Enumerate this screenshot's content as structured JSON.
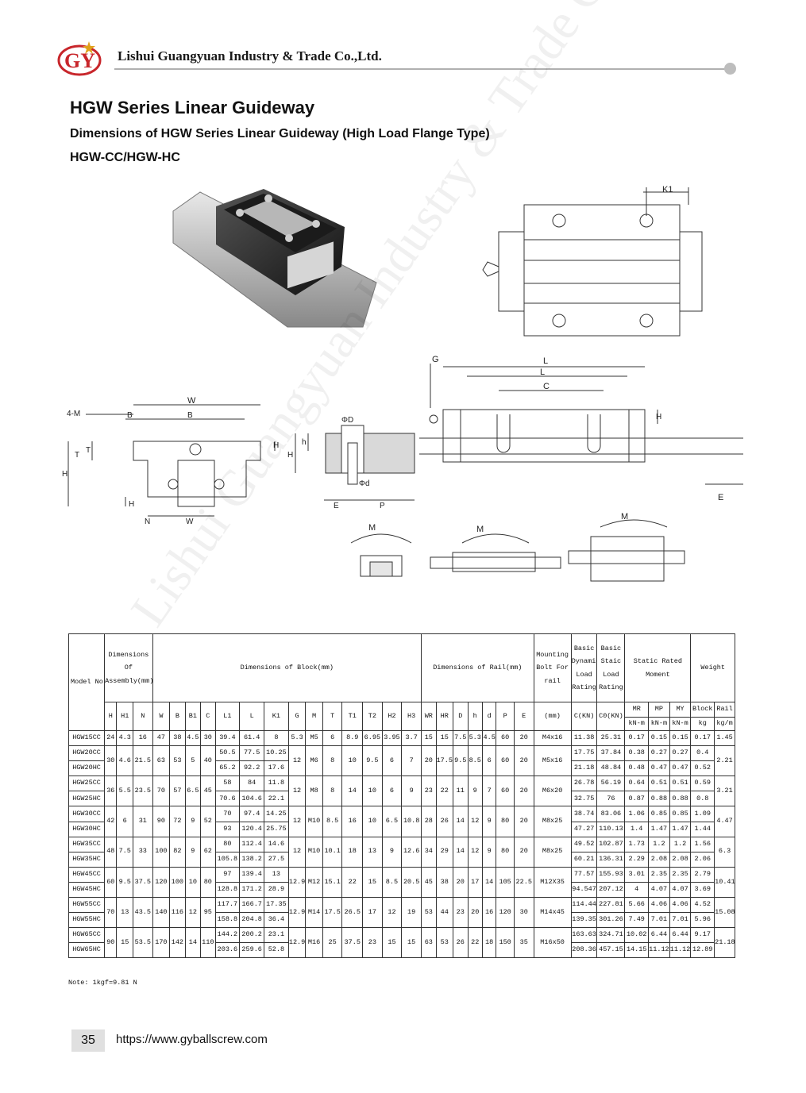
{
  "header": {
    "logo_letters": "GY",
    "company": "Lishui Guangyuan Industry & Trade Co.,Ltd."
  },
  "titles": {
    "series": "HGW Series Linear Guideway",
    "dimensions": "Dimensions of HGW Series Linear Guideway  (High Load Flange Type)",
    "model": "HGW-CC/HGW-HC"
  },
  "watermark": "Lishui Guangyuan Industry & Trade Co.,Ltd.",
  "drawing_labels": {
    "W": "W",
    "B1": "B",
    "B": "B",
    "M4": "4-M",
    "H": "H",
    "T1": "T",
    "T": "T",
    "H1": "H",
    "N": "N",
    "WR": "W",
    "H2": "H",
    "HR": "H",
    "D": "ΦD",
    "h": "h",
    "d": "Φd",
    "E": "E",
    "P": "P",
    "G": "G",
    "L": "L",
    "L1": "L",
    "C": "C",
    "H3": "H",
    "K1": "K1",
    "MR": "M",
    "MP": "M",
    "MY": "M"
  },
  "table": {
    "header": {
      "model": "Model No.",
      "assembly": "Dimensions Of Assembly(mm)",
      "block": "Dimensions of Block(mm)",
      "rail": "Dimensions of Rail(mm)",
      "bolt": "Mounting Bolt For rail",
      "dynamic": "Basic Dynamic Load Rating",
      "static_load": "Basic Staic Load Rating",
      "moment": "Static Rated Moment",
      "weight": "Weight"
    },
    "columns": [
      "H",
      "H1",
      "N",
      "W",
      "B",
      "B1",
      "C",
      "L1",
      "L",
      "K1",
      "G",
      "M",
      "T",
      "T1",
      "T2",
      "H2",
      "H3",
      "WR",
      "HR",
      "D",
      "h",
      "d",
      "P",
      "E",
      "(mm)",
      "C(KN)",
      "C0(KN)",
      "MR",
      "MP",
      "MY",
      "Block",
      "Rail"
    ],
    "units": {
      "MR": "kN-m",
      "MP": "kN-m",
      "MY": "kN-m",
      "block": "kg",
      "rail": "kg/m"
    },
    "groups": [
      {
        "models": [
          "HGW15CC"
        ],
        "H": "24",
        "H1": "4.3",
        "N": "16",
        "W": "47",
        "B": "38",
        "B1": "4.5",
        "C": "30",
        "L1": [
          "39.4"
        ],
        "L": [
          "61.4"
        ],
        "K1": [
          "8"
        ],
        "G": "5.3",
        "M": "M5",
        "T": "6",
        "T1": "8.9",
        "T2": "6.95",
        "H2": "3.95",
        "H3": "3.7",
        "WR": "15",
        "HR": "15",
        "D": "7.5",
        "h": "5.3",
        "d": "4.5",
        "P": "60",
        "E": "20",
        "bolt": "M4x16",
        "C_dyn": [
          "11.38"
        ],
        "C0": [
          "25.31"
        ],
        "MR": [
          "0.17"
        ],
        "MP": [
          "0.15"
        ],
        "MY": [
          "0.15"
        ],
        "block": [
          "0.17"
        ],
        "rail": "1.45"
      },
      {
        "models": [
          "HGW20CC",
          "HGW20HC"
        ],
        "H": "30",
        "H1": "4.6",
        "N": "21.5",
        "W": "63",
        "B": "53",
        "B1": "5",
        "C": "40",
        "L1": [
          "50.5",
          "65.2"
        ],
        "L": [
          "77.5",
          "92.2"
        ],
        "K1": [
          "10.25",
          "17.6"
        ],
        "G": "12",
        "M": "M6",
        "T": "8",
        "T1": "10",
        "T2": "9.5",
        "H2": "6",
        "H3": "7",
        "WR": "20",
        "HR": "17.5",
        "D": "9.5",
        "h": "8.5",
        "d": "6",
        "P": "60",
        "E": "20",
        "bolt": "M5x16",
        "C_dyn": [
          "17.75",
          "21.18"
        ],
        "C0": [
          "37.84",
          "48.84"
        ],
        "MR": [
          "0.38",
          "0.48"
        ],
        "MP": [
          "0.27",
          "0.47"
        ],
        "MY": [
          "0.27",
          "0.47"
        ],
        "block": [
          "0.4",
          "0.52"
        ],
        "rail": "2.21"
      },
      {
        "models": [
          "HGW25CC",
          "HGW25HC"
        ],
        "H": "36",
        "H1": "5.5",
        "N": "23.5",
        "W": "70",
        "B": "57",
        "B1": "6.5",
        "C": "45",
        "L1": [
          "58",
          "70.6"
        ],
        "L": [
          "84",
          "104.6"
        ],
        "K1": [
          "11.8",
          "22.1"
        ],
        "G": "12",
        "M": "M8",
        "T": "8",
        "T1": "14",
        "T2": "10",
        "H2": "6",
        "H3": "9",
        "WR": "23",
        "HR": "22",
        "D": "11",
        "h": "9",
        "d": "7",
        "P": "60",
        "E": "20",
        "bolt": "M6x20",
        "C_dyn": [
          "26.78",
          "32.75"
        ],
        "C0": [
          "56.19",
          "76"
        ],
        "MR": [
          "0.64",
          "0.87"
        ],
        "MP": [
          "0.51",
          "0.88"
        ],
        "MY": [
          "0.51",
          "0.88"
        ],
        "block": [
          "0.59",
          "0.8"
        ],
        "rail": "3.21"
      },
      {
        "models": [
          "HGW30CC",
          "HGW30HC"
        ],
        "H": "42",
        "H1": "6",
        "N": "31",
        "W": "90",
        "B": "72",
        "B1": "9",
        "C": "52",
        "L1": [
          "70",
          "93"
        ],
        "L": [
          "97.4",
          "120.4"
        ],
        "K1": [
          "14.25",
          "25.75"
        ],
        "G": "12",
        "M": "M10",
        "T": "8.5",
        "T1": "16",
        "T2": "10",
        "H2": "6.5",
        "H3": "10.8",
        "WR": "28",
        "HR": "26",
        "D": "14",
        "h": "12",
        "d": "9",
        "P": "80",
        "E": "20",
        "bolt": "M8x25",
        "C_dyn": [
          "38.74",
          "47.27"
        ],
        "C0": [
          "83.06",
          "110.13"
        ],
        "MR": [
          "1.06",
          "1.4"
        ],
        "MP": [
          "0.85",
          "1.47"
        ],
        "MY": [
          "0.85",
          "1.47"
        ],
        "block": [
          "1.09",
          "1.44"
        ],
        "rail": "4.47"
      },
      {
        "models": [
          "HGW35CC",
          "HGW35HC"
        ],
        "H": "48",
        "H1": "7.5",
        "N": "33",
        "W": "100",
        "B": "82",
        "B1": "9",
        "C": "62",
        "L1": [
          "80",
          "105.8"
        ],
        "L": [
          "112.4",
          "138.2"
        ],
        "K1": [
          "14.6",
          "27.5"
        ],
        "G": "12",
        "M": "M10",
        "T": "10.1",
        "T1": "18",
        "T2": "13",
        "H2": "9",
        "H3": "12.6",
        "WR": "34",
        "HR": "29",
        "D": "14",
        "h": "12",
        "d": "9",
        "P": "80",
        "E": "20",
        "bolt": "M8x25",
        "C_dyn": [
          "49.52",
          "60.21"
        ],
        "C0": [
          "102.87",
          "136.31"
        ],
        "MR": [
          "1.73",
          "2.29"
        ],
        "MP": [
          "1.2",
          "2.08"
        ],
        "MY": [
          "1.2",
          "2.08"
        ],
        "block": [
          "1.56",
          "2.06"
        ],
        "rail": "6.3"
      },
      {
        "models": [
          "HGW45CC",
          "HGW45HC"
        ],
        "H": "60",
        "H1": "9.5",
        "N": "37.5",
        "W": "120",
        "B": "100",
        "B1": "10",
        "C": "80",
        "L1": [
          "97",
          "128.8"
        ],
        "L": [
          "139.4",
          "171.2"
        ],
        "K1": [
          "13",
          "28.9"
        ],
        "G": "12.9",
        "M": "M12",
        "T": "15.1",
        "T1": "22",
        "T2": "15",
        "H2": "8.5",
        "H3": "20.5",
        "WR": "45",
        "HR": "38",
        "D": "20",
        "h": "17",
        "d": "14",
        "P": "105",
        "E": "22.5",
        "bolt": "M12X35",
        "C_dyn": [
          "77.57",
          "94.547"
        ],
        "C0": [
          "155.93",
          "207.12"
        ],
        "MR": [
          "3.01",
          "4"
        ],
        "MP": [
          "2.35",
          "4.07"
        ],
        "MY": [
          "2.35",
          "4.07"
        ],
        "block": [
          "2.79",
          "3.69"
        ],
        "rail": "10.41"
      },
      {
        "models": [
          "HGW55CC",
          "HGW55HC"
        ],
        "H": "70",
        "H1": "13",
        "N": "43.5",
        "W": "140",
        "B": "116",
        "B1": "12",
        "C": "95",
        "L1": [
          "117.7",
          "158.8"
        ],
        "L": [
          "166.7",
          "204.8"
        ],
        "K1": [
          "17.35",
          "36.4"
        ],
        "G": "12.9",
        "M": "M14",
        "T": "17.5",
        "T1": "26.5",
        "T2": "17",
        "H2": "12",
        "H3": "19",
        "WR": "53",
        "HR": "44",
        "D": "23",
        "h": "20",
        "d": "16",
        "P": "120",
        "E": "30",
        "bolt": "M14x45",
        "C_dyn": [
          "114.44",
          "139.35"
        ],
        "C0": [
          "227.81",
          "301.26"
        ],
        "MR": [
          "5.66",
          "7.49"
        ],
        "MP": [
          "4.06",
          "7.01"
        ],
        "MY": [
          "4.06",
          "7.01"
        ],
        "block": [
          "4.52",
          "5.96"
        ],
        "rail": "15.08"
      },
      {
        "models": [
          "HGW65CC",
          "HGW65HC"
        ],
        "H": "90",
        "H1": "15",
        "N": "53.5",
        "W": "170",
        "B": "142",
        "B1": "14",
        "C": "110",
        "L1": [
          "144.2",
          "203.6"
        ],
        "L": [
          "200.2",
          "259.6"
        ],
        "K1": [
          "23.1",
          "52.8"
        ],
        "G": "12.9",
        "M": "M16",
        "T": "25",
        "T1": "37.5",
        "T2": "23",
        "H2": "15",
        "H3": "15",
        "WR": "63",
        "HR": "53",
        "D": "26",
        "h": "22",
        "d": "18",
        "P": "150",
        "E": "35",
        "bolt": "M16x50",
        "C_dyn": [
          "163.63",
          "208.36"
        ],
        "C0": [
          "324.71",
          "457.15"
        ],
        "MR": [
          "10.02",
          "14.15"
        ],
        "MP": [
          "6.44",
          "11.12"
        ],
        "MY": [
          "6.44",
          "11.12"
        ],
        "block": [
          "9.17",
          "12.89"
        ],
        "rail": "21.18"
      }
    ],
    "note": "Note: 1kgf=9.81 N"
  },
  "footer": {
    "page": "35",
    "url": "https://www.gyballscrew.com"
  },
  "colors": {
    "logo_red": "#c8262b",
    "logo_gold": "#e0a11b",
    "rule_gray": "#b0b0b0",
    "page_box": "#e0e0e0"
  }
}
